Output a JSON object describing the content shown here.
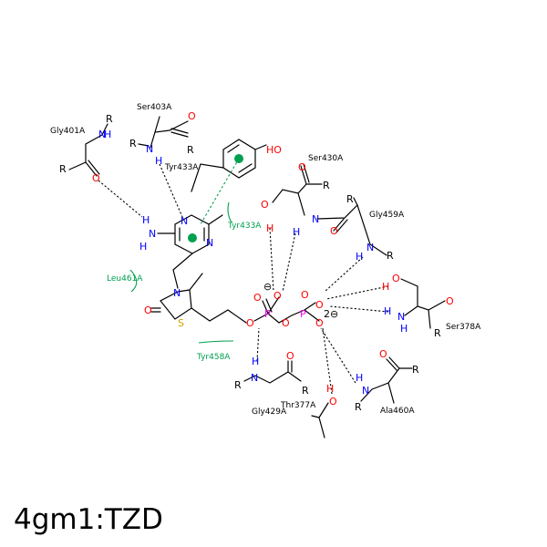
{
  "caption": "4gm1:TZD",
  "colors": {
    "carbon": "#000000",
    "nitrogen": "#0000ff",
    "oxygen": "#ff0000",
    "phosphorus": "#ff00ff",
    "sulfur": "#d4a000",
    "interaction": "#00a050"
  },
  "residues": {
    "gly401": "Gly401A",
    "ser403": "Ser403A",
    "tyr433_top": "Tyr433A",
    "tyr433_green": "Tyr433A",
    "ser430": "Ser430A",
    "gly459": "Gly459A",
    "leu461": "Leu461A",
    "ser378": "Ser378A",
    "tyr458": "Tyr458A",
    "thr377": "Thr377A",
    "gly429": "Gly429A",
    "ala460": "Ala460A"
  },
  "atoms": {
    "R": "R",
    "N": "N",
    "H": "H",
    "O": "O",
    "HO": "HO",
    "P": "P",
    "S": "S",
    "minus": "⊖",
    "charge2": "2⊖"
  }
}
